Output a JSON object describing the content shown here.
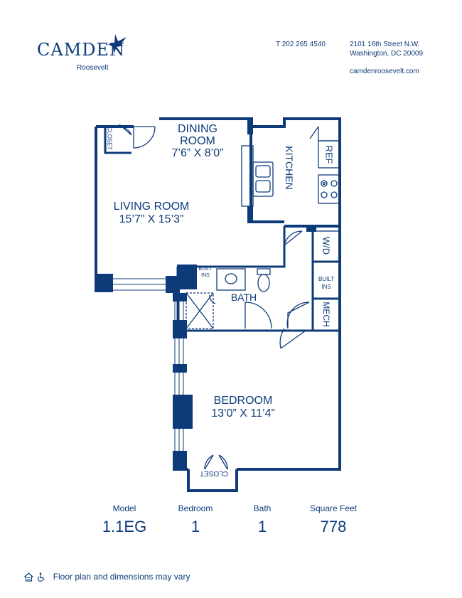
{
  "header": {
    "brand": "Camden",
    "community": "Roosevelt",
    "phone": "T 202 265 4540",
    "address_line1": "2101 16th Street N.W.",
    "address_line2": "Washington, DC 20009",
    "website": "camdenroosevelt.com"
  },
  "rooms": {
    "dining_name": "DINING",
    "dining_name2": "ROOM",
    "dining_dims": "7’6” X 8’0”",
    "living_name": "LIVING ROOM",
    "living_dims": "15’7” X 15’3”",
    "kitchen": "KITCHEN",
    "ref": "REF",
    "wd": "W/D",
    "built_ins_1a": "BUILT",
    "built_ins_1b": "INS",
    "built_ins_2a": "BUILT",
    "built_ins_2b": "INS",
    "mech": "MECH",
    "bath": "BATH",
    "closet_1": "CLOSET",
    "closet_2": "CLOSET",
    "bedroom_name": "BEDROOM",
    "bedroom_dims": "13’0” X 11’4”"
  },
  "stats": {
    "model_label": "Model",
    "model_value": "1.1EG",
    "bedroom_label": "Bedroom",
    "bedroom_value": "1",
    "bath_label": "Bath",
    "bath_value": "1",
    "sqft_label": "Square Feet",
    "sqft_value": "778"
  },
  "footer": {
    "disclaimer": "Floor plan and dimensions may vary",
    "icons": [
      "equal-housing-icon",
      "accessibility-icon"
    ]
  },
  "colors": {
    "brand": "#0d3b7a"
  }
}
